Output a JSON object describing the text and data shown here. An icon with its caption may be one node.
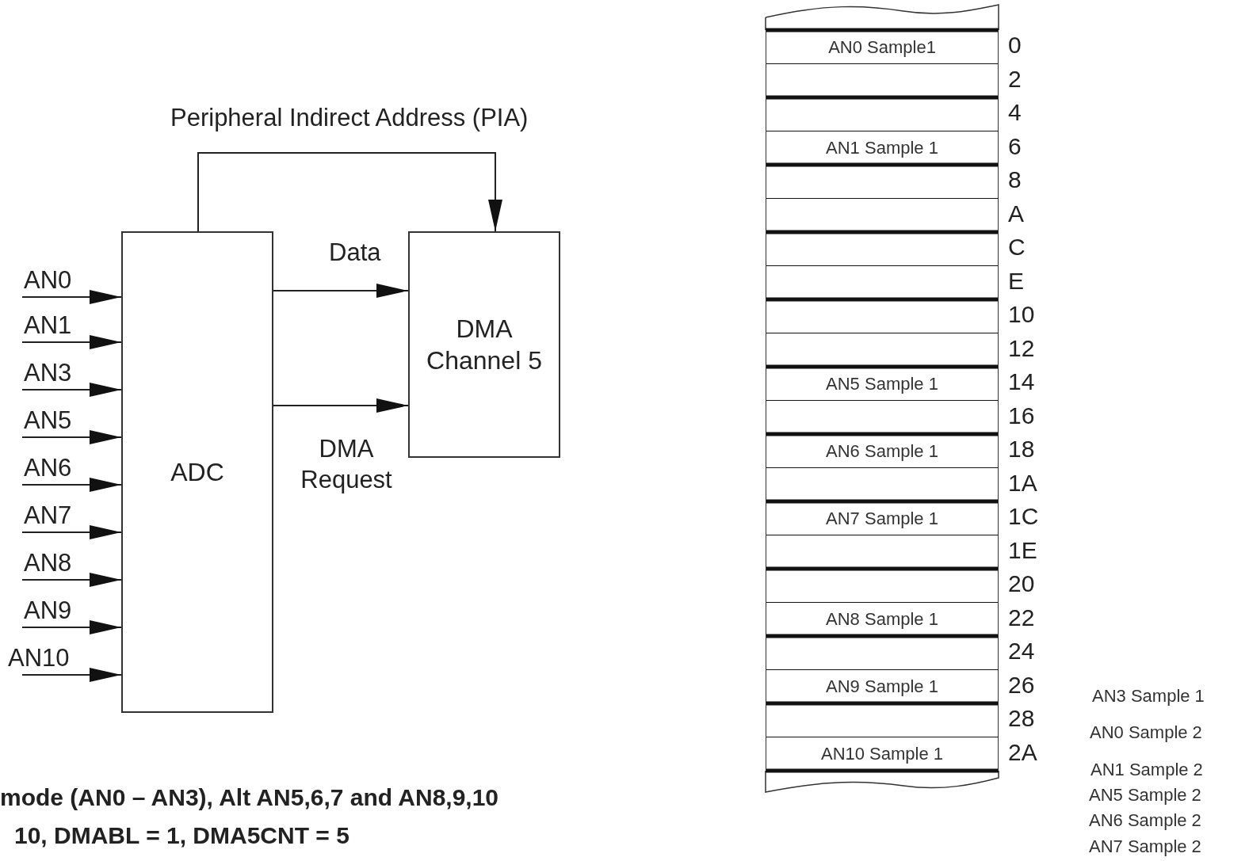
{
  "diagram": {
    "nodes": [
      {
        "text": [
          "ADC"
        ]
      },
      {
        "text": [
          "DMA Channel 5"
        ]
      },
      {
        "text": [
          "AN0 Sample1"
        ],
        "beside": [
          "0"
        ]
      },
      {
        "text": [],
        "shape": "box",
        "beside": [
          "2"
        ]
      },
      {
        "text": [],
        "shape": "box",
        "beside": [
          "4"
        ]
      },
      {
        "text": [
          "AN1 Sample 1"
        ],
        "beside": [
          "6"
        ]
      },
      {
        "text": [],
        "shape": "box",
        "beside": [
          "8"
        ]
      },
      {
        "text": [],
        "shape": "box",
        "beside": [
          "A"
        ]
      },
      {
        "text": [],
        "shape": "box",
        "beside": [
          "C"
        ]
      },
      {
        "text": [],
        "shape": "box",
        "beside": [
          "E"
        ]
      },
      {
        "text": [],
        "shape": "box",
        "beside": [
          "10"
        ]
      },
      {
        "text": [],
        "shape": "box",
        "beside": [
          "12"
        ]
      },
      {
        "text": [
          "AN5 Sample 1"
        ],
        "beside": [
          "14"
        ]
      },
      {
        "text": [],
        "shape": "box",
        "beside": [
          "16"
        ]
      },
      {
        "text": [
          "AN6 Sample 1"
        ],
        "beside": [
          "18"
        ]
      },
      {
        "text": [],
        "shape": "box",
        "beside": [
          "1A"
        ]
      },
      {
        "text": [
          "AN7 Sample 1"
        ],
        "beside": [
          "1C"
        ]
      },
      {
        "text": [],
        "shape": "box",
        "beside": [
          "1E"
        ]
      },
      {
        "text": [],
        "shape": "box",
        "beside": [
          "20"
        ]
      },
      {
        "text": [
          "AN8 Sample 1"
        ],
        "beside": [
          "22"
        ]
      },
      {
        "text": [],
        "shape": "box",
        "beside": [
          "24"
        ]
      },
      {
        "text": [
          "AN9 Sample 1"
        ],
        "beside": [
          "26"
        ]
      },
      {
        "text": [],
        "shape": "box",
        "beside": [
          "28"
        ]
      },
      {
        "text": [
          "AN10 Sample 1"
        ],
        "beside": [
          "2A"
        ]
      }
    ],
    "edges": [
      {
        "from": null,
        "to": 0,
        "arrow": "to",
        "label": "AN0"
      },
      {
        "from": null,
        "to": 0,
        "arrow": "to",
        "label": "AN1"
      },
      {
        "from": null,
        "to": 0,
        "arrow": "to",
        "label": "AN3"
      },
      {
        "from": null,
        "to": 0,
        "arrow": "to",
        "label": "AN5"
      },
      {
        "from": null,
        "to": 0,
        "arrow": "to",
        "label": "AN6"
      },
      {
        "from": null,
        "to": 0,
        "arrow": "to",
        "label": "AN7"
      },
      {
        "from": null,
        "to": 0,
        "arrow": "to",
        "label": "AN8"
      },
      {
        "from": null,
        "to": 0,
        "arrow": "to",
        "label": "AN9"
      },
      {
        "from": null,
        "to": 0,
        "arrow": "to",
        "label": "AN10"
      },
      {
        "from": 0,
        "to": 1,
        "arrow": "to",
        "label": "Data"
      },
      {
        "from": 0,
        "to": 1,
        "arrow": "to",
        "label": "DMA Request"
      },
      {
        "from": 0,
        "to": 1,
        "arrow": "to",
        "label": "Peripheral Indirect Address (PIA)"
      }
    ],
    "labels": [
      "AN3 Sample 1",
      "AN0 Sample 2",
      "AN1 Sample 2",
      "AN5 Sample 2",
      "AN6 Sample 2",
      "AN7 Sample 2",
      "mode (AN0 – AN3), Alt AN5,6,7 and AN8,9,10",
      "10, DMABL = 1, DMA5CNT = 5"
    ]
  }
}
